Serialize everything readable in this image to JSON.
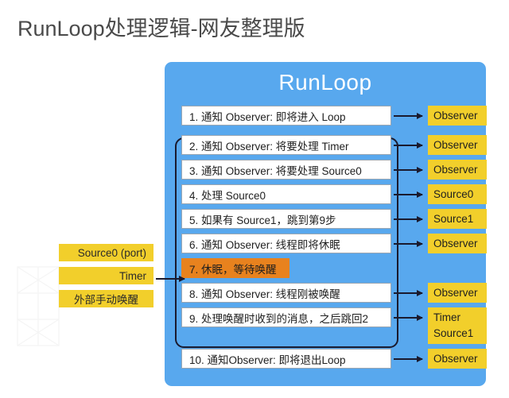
{
  "title": "RunLoop处理逻辑-网友整理版",
  "colors": {
    "runloop_blue": "#58A8EE",
    "badge_yellow": "#F2CF2B",
    "highlight_orange": "#E8821E",
    "loop_border": "#1a1a2e",
    "title_gray": "#4a4a4a"
  },
  "left_sources": [
    {
      "label": "Source0 (port)",
      "align": "right"
    },
    {
      "label": "Timer",
      "align": "right"
    },
    {
      "label": "外部手动唤醒",
      "align": "center"
    }
  ],
  "runloop": {
    "title": "RunLoop",
    "steps": [
      {
        "label": "1. 通知 Observer: 即将进入 Loop",
        "badge": "Observer",
        "badge_lines": [
          "Observer"
        ],
        "highlight": false,
        "in_loop": false,
        "has_arrow": true
      },
      {
        "label": "2. 通知 Observer: 将要处理 Timer",
        "badge": "Observer",
        "badge_lines": [
          "Observer"
        ],
        "highlight": false,
        "in_loop": true,
        "has_arrow": true
      },
      {
        "label": "3. 通知 Observer: 将要处理 Source0",
        "badge": "Observer",
        "badge_lines": [
          "Observer"
        ],
        "highlight": false,
        "in_loop": true,
        "has_arrow": true
      },
      {
        "label": "4. 处理 Source0",
        "badge": "Source0",
        "badge_lines": [
          "Source0"
        ],
        "highlight": false,
        "in_loop": true,
        "has_arrow": true
      },
      {
        "label": "5. 如果有 Source1，跳到第9步",
        "badge": "Source1",
        "badge_lines": [
          "Source1"
        ],
        "highlight": false,
        "in_loop": true,
        "has_arrow": true
      },
      {
        "label": "6. 通知 Observer: 线程即将休眠",
        "badge": "Observer",
        "badge_lines": [
          "Observer"
        ],
        "highlight": false,
        "in_loop": true,
        "has_arrow": true
      },
      {
        "label": "7. 休眠，等待唤醒",
        "badge": "",
        "badge_lines": [],
        "highlight": true,
        "in_loop": true,
        "has_arrow": false
      },
      {
        "label": "8. 通知 Observer: 线程刚被唤醒",
        "badge": "Observer",
        "badge_lines": [
          "Observer"
        ],
        "highlight": false,
        "in_loop": true,
        "has_arrow": true
      },
      {
        "label": "9. 处理唤醒时收到的消息，之后跳回2",
        "badge": "Timer Source1",
        "badge_lines": [
          "Timer",
          "Source1"
        ],
        "highlight": false,
        "in_loop": true,
        "has_arrow": true
      },
      {
        "label": "10. 通知Observer: 即将退出Loop",
        "badge": "Observer",
        "badge_lines": [
          "Observer"
        ],
        "highlight": false,
        "in_loop": false,
        "has_arrow": true
      }
    ]
  }
}
